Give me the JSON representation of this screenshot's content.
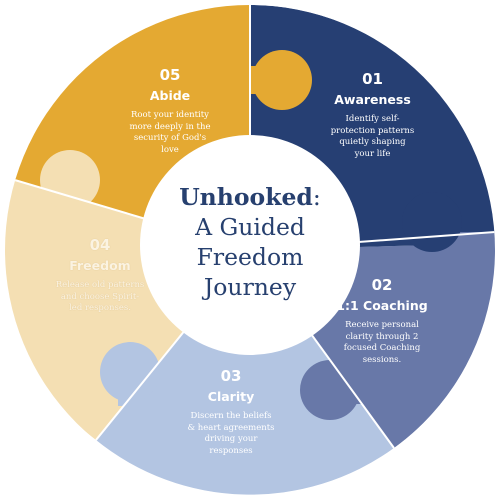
{
  "colors": {
    "awareness": "#263f73",
    "coaching": "#6878a8",
    "clarity": "#b3c5e2",
    "freedom": "#f4dfb3",
    "abide": "#e4a932",
    "center_text": "#27406f"
  },
  "center": {
    "title_bold": "Unhooked",
    "title_colon": ":",
    "line2": "A Guided",
    "line3": "Freedom",
    "line4": "Journey"
  },
  "steps": [
    {
      "number": "01",
      "name": "Awareness",
      "desc": [
        "Identify self-",
        "protection patterns",
        "quietly shaping",
        "your life"
      ]
    },
    {
      "number": "02",
      "name": "1:1 Coaching",
      "desc": [
        "Receive personal",
        "clarity through 2",
        "focused Coaching",
        "sessions."
      ]
    },
    {
      "number": "03",
      "name": "Clarity",
      "desc": [
        "Discern the beliefs",
        "& heart agreements",
        "driving your",
        "responses"
      ]
    },
    {
      "number": "04",
      "name": "Freedom",
      "desc": [
        "Release old patterns",
        "and choose Spirit-",
        "led responses."
      ]
    },
    {
      "number": "05",
      "name": "Abide",
      "desc": [
        "Root your identity",
        "more deeply in the",
        "security of God's",
        "love"
      ]
    }
  ]
}
